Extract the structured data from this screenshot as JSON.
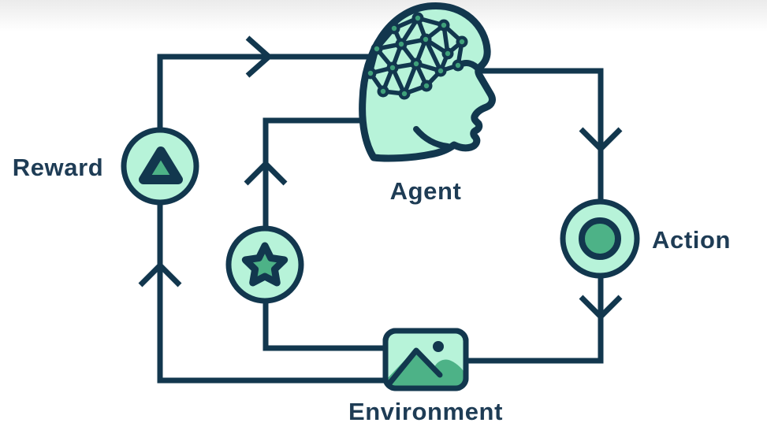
{
  "diagram": {
    "title_hidden": "",
    "nodes": {
      "agent": {
        "label": "Agent",
        "icon": "brain-head-icon"
      },
      "environment": {
        "label": "Environment",
        "icon": "image-icon"
      },
      "reward": {
        "label": "Reward",
        "icon": "triangle-badge-icon"
      },
      "action": {
        "label": "Action",
        "icon": "target-badge-icon"
      },
      "state": {
        "label": "",
        "icon": "star-badge-icon"
      }
    },
    "connectors": [
      {
        "name": "environment-to-agent-outer-via-reward",
        "arrows": [
          "up-below-reward",
          "right-on-top-line"
        ]
      },
      {
        "name": "environment-to-agent-inner-via-state",
        "arrows": [
          "up-above-state"
        ]
      },
      {
        "name": "agent-to-environment-via-action",
        "arrows": [
          "down-above-action",
          "down-below-action"
        ]
      }
    ]
  },
  "colors": {
    "navy": "#12374e",
    "mint": "#b7f3d9",
    "green": "#4db287",
    "node_green": "#3fa07a",
    "text": "#1e3c55",
    "bg_top": "#ebebeb",
    "bg": "#ffffff"
  }
}
